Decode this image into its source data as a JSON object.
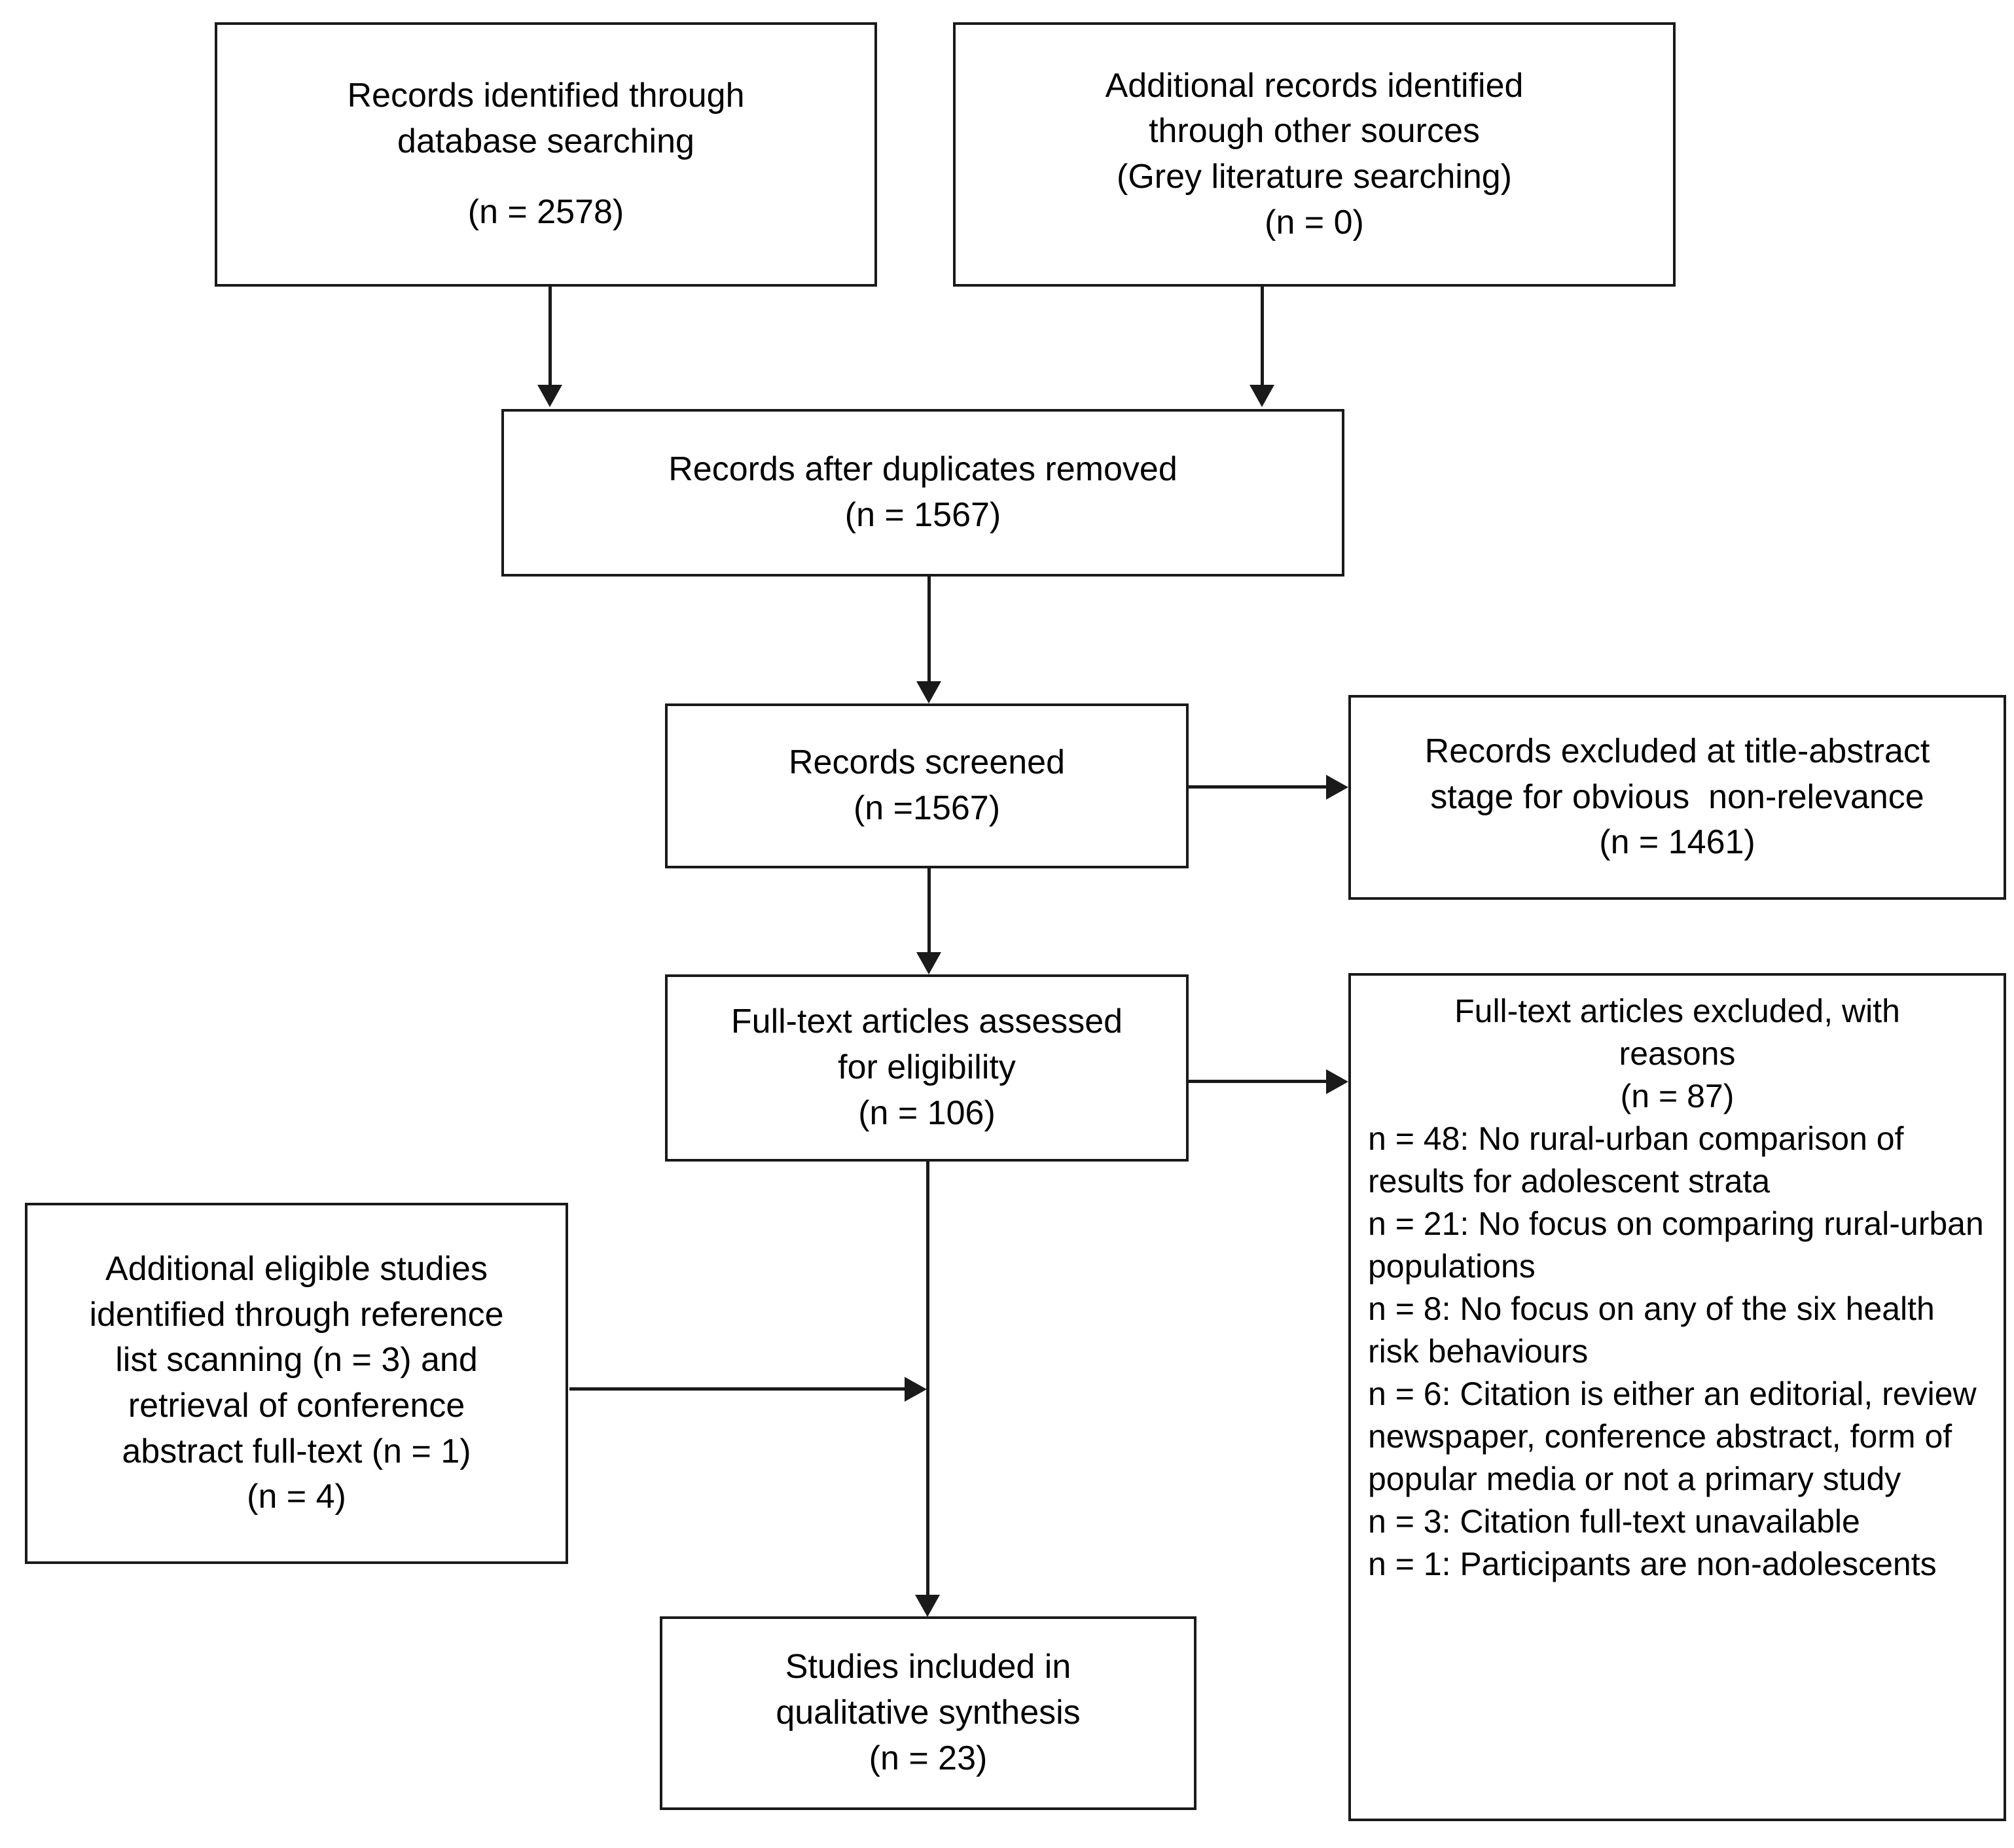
{
  "diagram": {
    "type": "prisma-flow-diagram",
    "boxes": {
      "database_search": {
        "line1": "Records identified through",
        "line2": "database searching",
        "count": "(n = 2578)"
      },
      "other_sources": {
        "line1": "Additional records identified",
        "line2": "through other sources",
        "line3": "(Grey literature searching)",
        "count": "(n = 0)"
      },
      "duplicates_removed": {
        "line1": "Records after duplicates removed",
        "count": "(n = 1567)"
      },
      "records_screened": {
        "line1": "Records screened",
        "count": "(n =1567)"
      },
      "records_excluded": {
        "line1": "Records excluded at title-abstract",
        "line2": "stage for obvious  non-relevance",
        "count": "(n = 1461)"
      },
      "fulltext_assessed": {
        "line1": "Full-text articles assessed",
        "line2": "for eligibility",
        "count": "(n = 106)"
      },
      "fulltext_excluded": {
        "line1": "Full-text articles excluded, with",
        "line2": "reasons",
        "count": "(n = 87)",
        "reasons": [
          "n = 48: No rural-urban comparison of results for adolescent strata",
          "n = 21: No focus on comparing rural-urban populations",
          "n = 8: No focus on any of the six health risk behaviours",
          "n = 6: Citation is either an editorial, review newspaper, conference abstract, form of popular media or not a primary study",
          "n = 3: Citation full-text unavailable",
          "n = 1: Participants are non-adolescents"
        ]
      },
      "additional_eligible": {
        "line1": "Additional eligible studies",
        "line2": "identified through reference",
        "line3": "list scanning (n = 3) and",
        "line4": "retrieval of conference",
        "line5": "abstract full-text (n = 1)",
        "count": "(n = 4)"
      },
      "studies_included": {
        "line1": "Studies included in",
        "line2": "qualitative synthesis",
        "count": "(n = 23)"
      }
    },
    "colors": {
      "stroke": "#1a1a1a",
      "background": "#ffffff",
      "text": "#000000"
    }
  }
}
